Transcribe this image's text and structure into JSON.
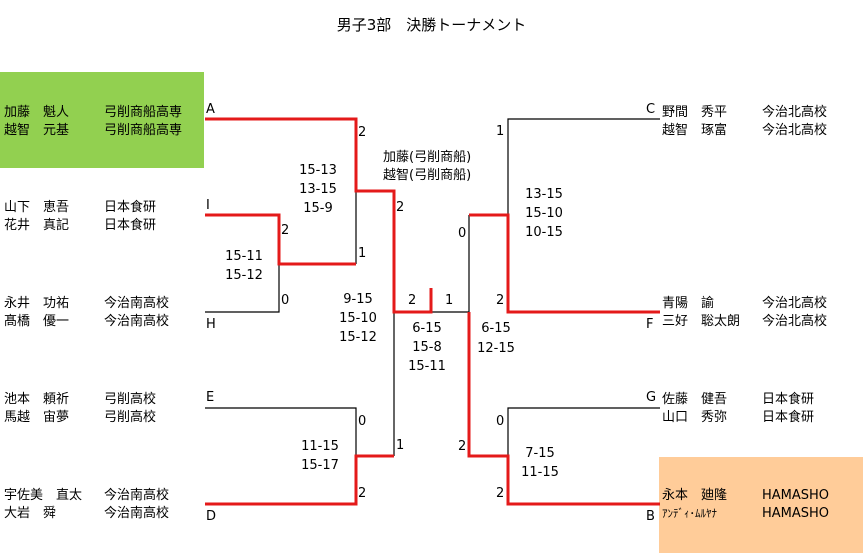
{
  "title": "男子3部　決勝トーナメント",
  "colors": {
    "winner_line": "#e41a1a",
    "line": "#000000",
    "champion_bg": "#92d050",
    "runnerup_bg": "#ffcc99"
  },
  "teams": {
    "A": {
      "label": "A",
      "p1": "加藤　魁人",
      "p2": "越智　元基",
      "s1": "弓削商船高専",
      "s2": "弓削商船高専"
    },
    "I": {
      "label": "I",
      "p1": "山下　恵吾",
      "p2": "花井　真記",
      "s1": "日本食研",
      "s2": "日本食研"
    },
    "H": {
      "label": "H",
      "p1": "永井　功祐",
      "p2": "髙橋　優一",
      "s1": "今治南高校",
      "s2": "今治南高校"
    },
    "E": {
      "label": "E",
      "p1": "池本　頼祈",
      "p2": "馬越　宙夢",
      "s1": "弓削高校",
      "s2": "弓削高校"
    },
    "D": {
      "label": "D",
      "p1": "宇佐美　直太",
      "p2": "大岩　舜",
      "s1": "今治南高校",
      "s2": "今治南高校"
    },
    "C": {
      "label": "C",
      "p1": "野間　秀平",
      "p2": "越智　琢富",
      "s1": "今治北高校",
      "s2": "今治北高校"
    },
    "F": {
      "label": "F",
      "p1": "青陽　諭",
      "p2": "三好　聡太朗",
      "s1": "今治北高校",
      "s2": "今治北高校"
    },
    "G": {
      "label": "G",
      "p1": "佐藤　健吾",
      "p2": "山口　秀弥",
      "s1": "日本食研",
      "s2": "日本食研"
    },
    "B": {
      "label": "B",
      "p1": "永本　廸隆",
      "p2": "ｱﾝﾃﾞｨ･ﾑﾙﾔﾅ",
      "s1": "HAMASHO",
      "s2": "HAMASHO"
    }
  },
  "matches": {
    "IH": {
      "w": "2",
      "l": "0",
      "scores": [
        "15-11",
        "15-12"
      ]
    },
    "A_IH": {
      "a": "2",
      "b": "1",
      "scores": [
        "15-13",
        "13-15",
        "15-9"
      ]
    },
    "ED": {
      "e": "0",
      "d": "2",
      "scores": [
        "11-15",
        "15-17"
      ]
    },
    "left_semi": {
      "top": "2",
      "bottom": "1",
      "scores": [
        "9-15",
        "15-10",
        "15-12"
      ]
    },
    "CF": {
      "c": "1",
      "f": "2",
      "scores": [
        "13-15",
        "15-10",
        "10-15"
      ]
    },
    "GB": {
      "g": "0",
      "b": "2",
      "scores": [
        "7-15",
        "11-15"
      ]
    },
    "right_semi": {
      "top": "0",
      "bottom": "2",
      "scores": [
        "6-15",
        "12-15"
      ]
    },
    "final": {
      "left": "2",
      "right": "1",
      "scores": [
        "6-15",
        "15-8",
        "15-11"
      ]
    }
  },
  "champion": {
    "line1": "加藤(弓削商船)",
    "line2": "越智(弓削商船)"
  }
}
